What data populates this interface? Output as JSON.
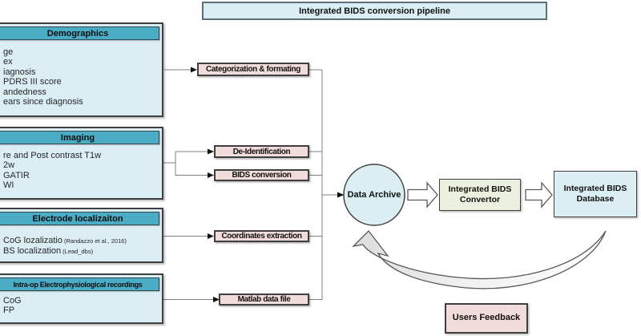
{
  "title": "Integrated BIDS conversion pipeline",
  "groups": {
    "demographics": {
      "header": "Demographics",
      "items": [
        "ge",
        "ex",
        "iagnosis",
        "PDRS III score",
        "andedness",
        "ears since diagnosis"
      ]
    },
    "imaging": {
      "header": "Imaging",
      "items": [
        "re and Post contrast T1w",
        "2w",
        "GATIR",
        "WI"
      ]
    },
    "electrode": {
      "header": "Electrode localizaiton",
      "item1": "CoG lozalizatio",
      "item1_ref": "(Randazzo et al., 2016)",
      "item2": "BS localization",
      "item2_ref": "(Lead_dbs)"
    },
    "intraop": {
      "header": "Intra-op Electrophysiological recordings",
      "items": [
        "CoG",
        "FP"
      ]
    }
  },
  "process": {
    "categorization": "Categorization & formating",
    "deidentification": "De-Identification",
    "bids_conversion": "BIDS conversion",
    "coordinates_extraction": "Coordinates extraction",
    "matlab_file": "Matlab data file"
  },
  "nodes": {
    "archive": "Data Archive",
    "convertor": "Integrated BIDS Convertor",
    "database": "Integrated BIDS Database",
    "feedback": "Users Feedback"
  },
  "colors": {
    "accent_teal": "#4bacc6",
    "light_cyan": "#daeef3",
    "pink": "#f2dcdb",
    "green": "#ebf1de",
    "line_gray": "#7f7f7f",
    "border_dark": "#3f3f3f"
  }
}
